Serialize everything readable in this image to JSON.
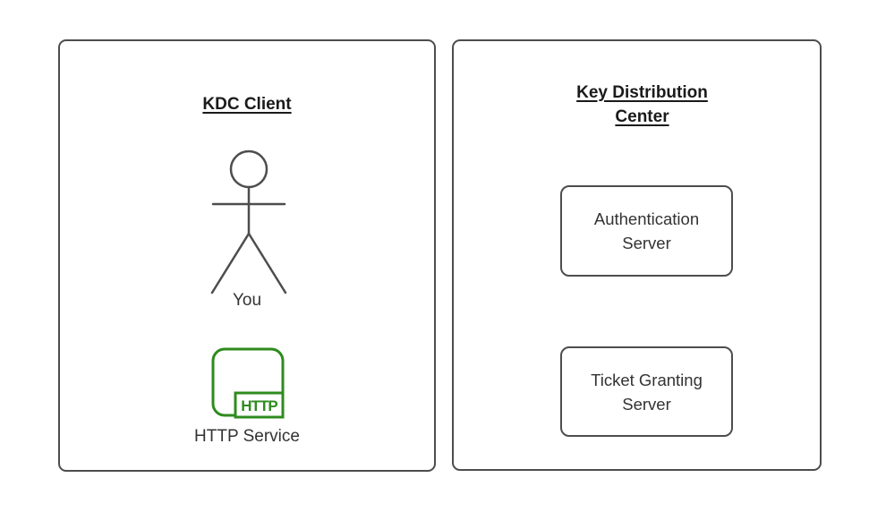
{
  "colors": {
    "stroke": "#4d4d4d",
    "title_color": "#1a1a1a",
    "text_color": "#333333",
    "accent_green": "#2e8b1e",
    "background": "#ffffff"
  },
  "panels": {
    "client": {
      "title": "KDC Client",
      "actor_label": "You",
      "service_icon_text": "HTTP",
      "service_label": "HTTP Service"
    },
    "kdc": {
      "title": "Key Distribution Center",
      "nodes": [
        {
          "label": "Authentication Server"
        },
        {
          "label": "Ticket Granting Server"
        }
      ]
    }
  }
}
